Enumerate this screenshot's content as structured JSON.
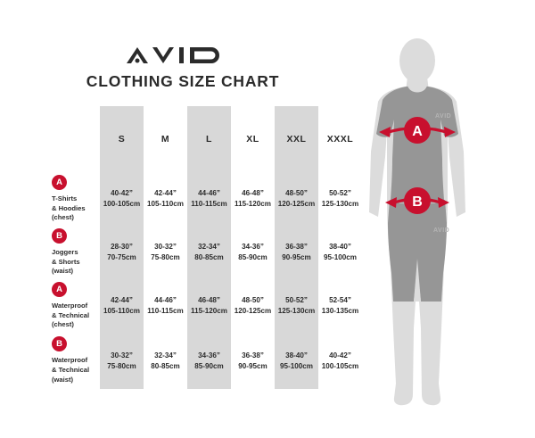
{
  "brand": {
    "logo_text": "AVID",
    "logo_icon": "avid-wordmark-logo"
  },
  "header": {
    "title": "CLOTHING SIZE CHART"
  },
  "colors": {
    "accent_red": "#C8102E",
    "band_gray": "#D8D8D8",
    "garment_gray": "#969696",
    "body_gray": "#DCDCDC",
    "text_dark": "#2B2B2B"
  },
  "table": {
    "size_headers": [
      "S",
      "M",
      "L",
      "XL",
      "XXL",
      "XXXL"
    ],
    "shaded_columns": [
      "S",
      "L",
      "XXL"
    ],
    "rows": [
      {
        "marker": "A",
        "label": "T-Shirts\n& Hoodies\n(chest)",
        "cells": [
          {
            "inches": "40-42”",
            "cm": "100-105cm"
          },
          {
            "inches": "42-44”",
            "cm": "105-110cm"
          },
          {
            "inches": "44-46”",
            "cm": "110-115cm"
          },
          {
            "inches": "46-48”",
            "cm": "115-120cm"
          },
          {
            "inches": "48-50”",
            "cm": "120-125cm"
          },
          {
            "inches": "50-52”",
            "cm": "125-130cm"
          }
        ]
      },
      {
        "marker": "B",
        "label": "Joggers\n& Shorts\n(waist)",
        "cells": [
          {
            "inches": "28-30”",
            "cm": "70-75cm"
          },
          {
            "inches": "30-32”",
            "cm": "75-80cm"
          },
          {
            "inches": "32-34”",
            "cm": "80-85cm"
          },
          {
            "inches": "34-36”",
            "cm": "85-90cm"
          },
          {
            "inches": "36-38”",
            "cm": "90-95cm"
          },
          {
            "inches": "38-40”",
            "cm": "95-100cm"
          }
        ]
      },
      {
        "marker": "A",
        "label": "Waterproof\n& Technical\n(chest)",
        "cells": [
          {
            "inches": "42-44”",
            "cm": "105-110cm"
          },
          {
            "inches": "44-46”",
            "cm": "110-115cm"
          },
          {
            "inches": "46-48”",
            "cm": "115-120cm"
          },
          {
            "inches": "48-50”",
            "cm": "120-125cm"
          },
          {
            "inches": "50-52”",
            "cm": "125-130cm"
          },
          {
            "inches": "52-54”",
            "cm": "130-135cm"
          }
        ]
      },
      {
        "marker": "B",
        "label": "Waterproof\n& Technical\n(waist)",
        "cells": [
          {
            "inches": "30-32”",
            "cm": "75-80cm"
          },
          {
            "inches": "32-34”",
            "cm": "80-85cm"
          },
          {
            "inches": "34-36”",
            "cm": "85-90cm"
          },
          {
            "inches": "36-38”",
            "cm": "90-95cm"
          },
          {
            "inches": "38-40”",
            "cm": "95-100cm"
          },
          {
            "inches": "40-42”",
            "cm": "100-105cm"
          }
        ]
      }
    ]
  },
  "figure": {
    "description": "male-mannequin-measurement-diagram",
    "chest_marker": "A",
    "waist_marker": "B",
    "shirt_logo": "AVID",
    "shorts_logo": "AVID"
  }
}
